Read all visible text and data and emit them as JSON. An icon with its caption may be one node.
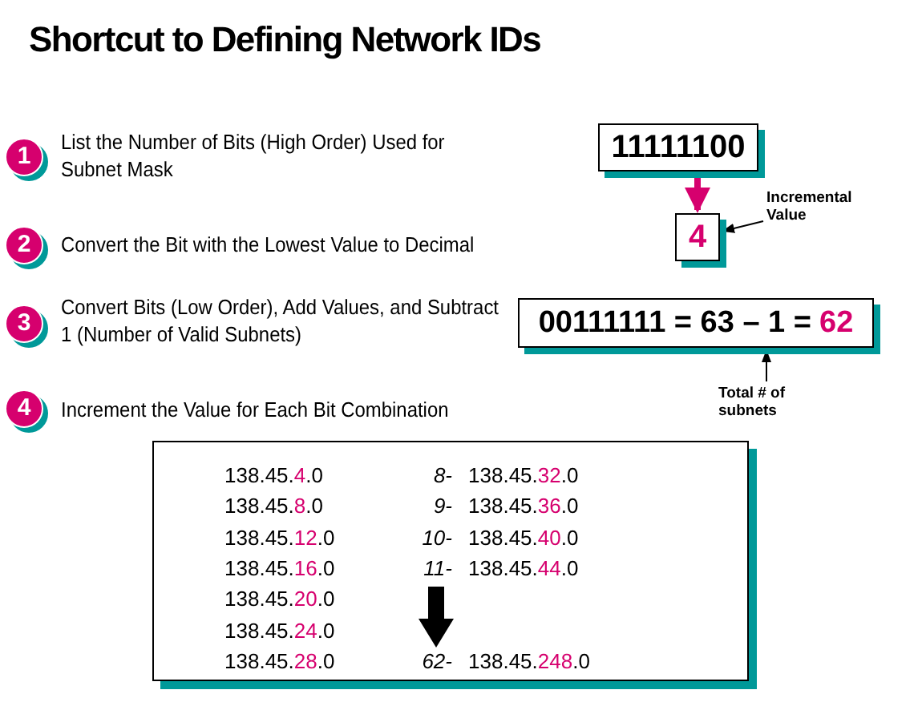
{
  "diagram": {
    "title": "Shortcut to Defining Network IDs",
    "nodes": [
      {
        "text": [
          "1"
        ],
        "beside": [
          "List the Number of Bits (High Order) Used for Subnet Mask"
        ]
      },
      {
        "text": [
          "2"
        ],
        "beside": [
          "Convert the Bit with the Lowest Value to Decimal"
        ]
      },
      {
        "text": [
          "3"
        ],
        "beside": [
          "Convert Bits (Low Order), Add Values, and Subtract 1 (Number of Valid Subnets)"
        ]
      },
      {
        "text": [
          "4"
        ],
        "beside": [
          "Increment the Value for Each Bit Combination"
        ]
      },
      {
        "text": [
          "11111100"
        ]
      },
      {
        "text": [
          "4"
        ]
      },
      {
        "text": [
          "00111111 = 63 – 1 =",
          "62"
        ]
      },
      {
        "text": [
          "Incremental Value"
        ]
      },
      {
        "text": [
          "Total # of subnets"
        ]
      }
    ],
    "edges": [
      {
        "from": 4,
        "to": 5,
        "arrow": "to",
        "style": "thick",
        "color": "#d6006e"
      },
      {
        "from": 7,
        "to": 5,
        "arrow": "to"
      },
      {
        "from": 8,
        "to": 6,
        "arrow": "to"
      }
    ],
    "labels": [
      "138.45.4.0",
      "8-",
      "138.45.32.0",
      "138.45.8.0",
      "9-",
      "138.45.36.0",
      "138.45.12.0",
      "10-",
      "138.45.40.0",
      "138.45.16.0",
      "11-",
      "138.45.44.0",
      "138.45.20.0",
      "138.45.24.0",
      "138.45.28.0",
      "62-",
      "138.45.248.0"
    ]
  }
}
